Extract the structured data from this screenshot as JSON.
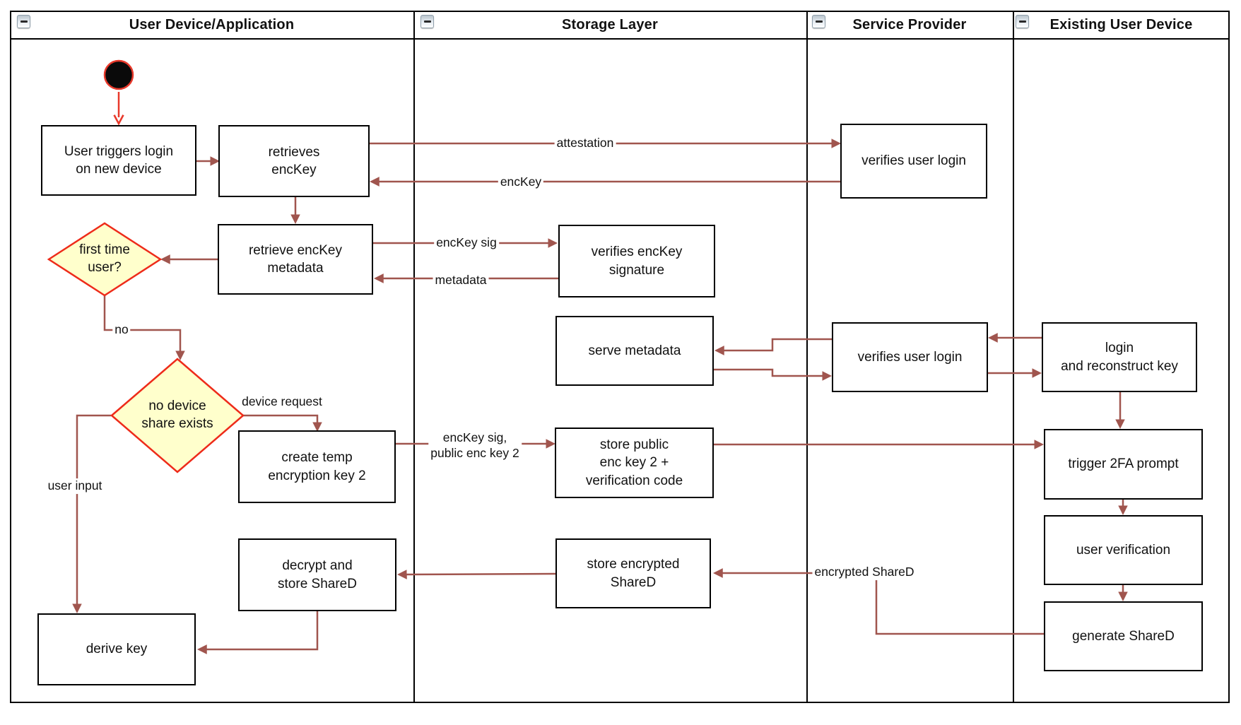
{
  "lanes": [
    {
      "label": "User Device/Application"
    },
    {
      "label": "Storage Layer"
    },
    {
      "label": "Service Provider"
    },
    {
      "label": "Existing User Device"
    }
  ],
  "nodes": {
    "user_triggers": "User triggers login\non new device",
    "retrieves_enckey": "retrieves\nencKey",
    "retrieve_metadata": "retrieve encKey\nmetadata",
    "verifies_enckey_signature": "verifies encKey\nsignature",
    "verifies_user_login_top": "verifies user login",
    "serve_metadata": "serve metadata",
    "verifies_user_login_mid": "verifies user login",
    "login_reconstruct": "login\nand reconstruct key",
    "create_temp_key": "create temp\nencryption key 2",
    "store_public_key": "store public\nenc key 2 +\nverification code",
    "trigger_2fa": "trigger 2FA prompt",
    "user_verification": "user verification",
    "generate_shared": "generate ShareD",
    "store_encrypted": "store encrypted\nShareD",
    "decrypt_store": "decrypt and\nstore ShareD",
    "derive_key": "derive key"
  },
  "decisions": {
    "first_time_user": "first time\nuser?",
    "no_device_share": "no device\nshare exists"
  },
  "edge_labels": {
    "attestation": "attestation",
    "enckey": "encKey",
    "enckey_sig": "encKey sig",
    "metadata": "metadata",
    "no": "no",
    "device_request": "device request",
    "user_input": "user input",
    "enckey_sig_public": "encKey sig,\npublic enc key 2",
    "encrypted_shared": "encrypted ShareD"
  },
  "colors": {
    "connector": "#a0554e",
    "start_flow": "#e8392b",
    "diamond_fill": "#ffffcc",
    "diamond_border": "#ee2b1a",
    "box_border": "#000000",
    "lane_border": "#000000"
  }
}
